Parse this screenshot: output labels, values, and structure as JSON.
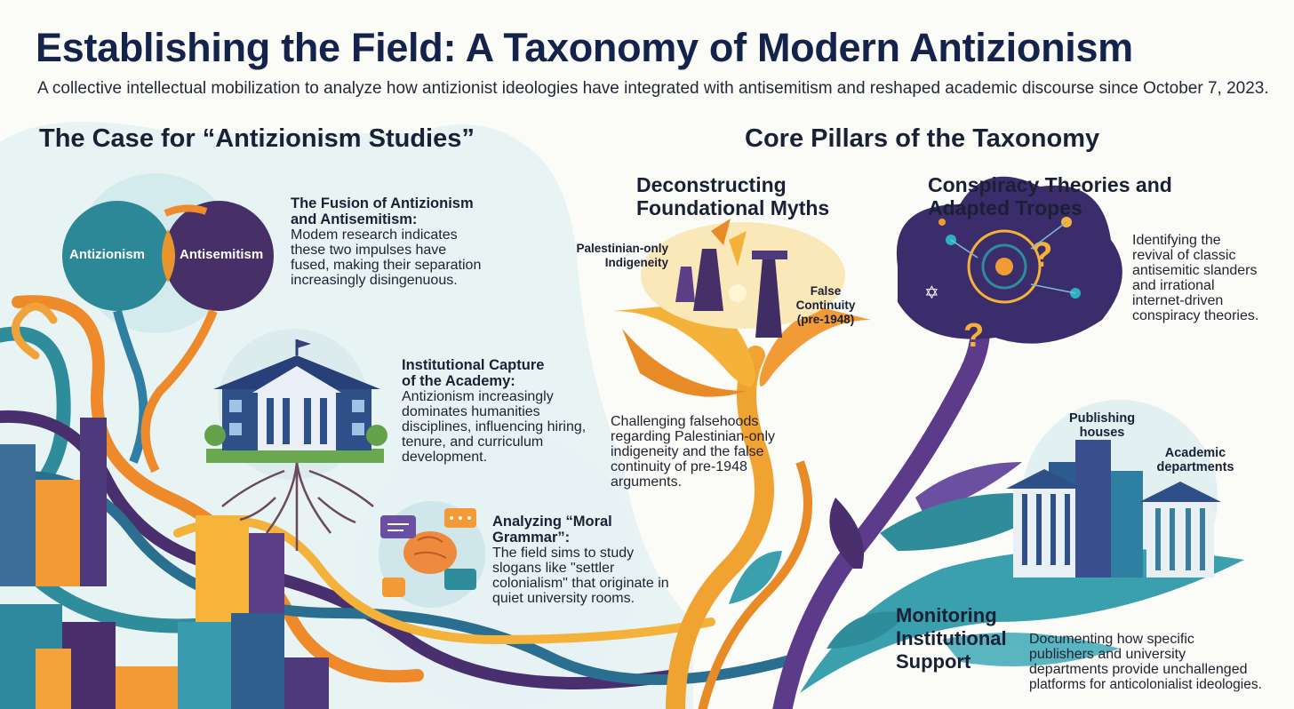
{
  "header": {
    "title": "Establishing the Field: A Taxonomy of Modern Antizionism",
    "subtitle": "A collective intellectual mobilization to analyze how antizionist ideologies have integrated with antisemitism and reshaped academic discourse since October 7, 2023."
  },
  "left": {
    "heading": "The Case for “Antizionism Studies”",
    "venn": {
      "left_label": "Antizionism",
      "right_label": "Antisemitism"
    },
    "fusion": {
      "heading_1": "The Fusion of Antizionism",
      "heading_2": "and Antisemitism:",
      "lines": [
        "Modem research indicates",
        "these two impulses have",
        "fused, making their separation",
        "increasingly disingenuous."
      ]
    },
    "capture": {
      "heading_1": "Institutional Capture",
      "heading_2": "of the Academy:",
      "lines": [
        "Antizionism increasingly",
        "dominates humanities",
        "disciplines, influencing hiring,",
        "tenure, and curriculum",
        "development."
      ]
    },
    "grammar": {
      "heading_1": "Analyzing “Moral",
      "heading_2": "Grammar”:",
      "lines": [
        "The field sims to study",
        "slogans like \"settler",
        "colonialism\" that originate in",
        "quiet university rooms."
      ]
    }
  },
  "right": {
    "heading": "Core Pillars of the Taxonomy",
    "myths": {
      "heading_1": "Deconstructing",
      "heading_2": "Foundational Myths",
      "label_palestinian_1": "Palestinian-only",
      "label_palestinian_2": "Indigeneity",
      "label_false_1": "False",
      "label_false_2": "Continuity",
      "label_false_3": "(pre-1948)",
      "lines": [
        "Challenging falsehoods",
        "regarding Palestinian-only",
        "indigeneity and the false",
        "continuity of pre-1948",
        "arguments."
      ]
    },
    "conspiracy": {
      "heading_1": "Conspiracy Theories and",
      "heading_2": "Adapted Tropes",
      "lines": [
        "Identifying the",
        "revival of classic",
        "antisemitic slanders",
        "and irrational",
        "internet-driven",
        "conspiracy theories."
      ]
    },
    "monitoring": {
      "heading_1": "Monitoring",
      "heading_2": "Institutional",
      "heading_3": "Support",
      "label_publishing_1": "Publishing",
      "label_publishing_2": "houses",
      "label_academic_1": "Academic",
      "label_academic_2": "departments",
      "lines": [
        "Documenting how specific",
        "publishers and university",
        "departments provide unchallenged",
        "platforms for anticolonialist ideologies."
      ]
    }
  },
  "colors": {
    "navy": "#14234b",
    "teal": "#2f8c9a",
    "purple": "#4a2f6e",
    "orange": "#ee8a2a",
    "gold": "#f4b23a",
    "pale": "#e4f1f2"
  }
}
